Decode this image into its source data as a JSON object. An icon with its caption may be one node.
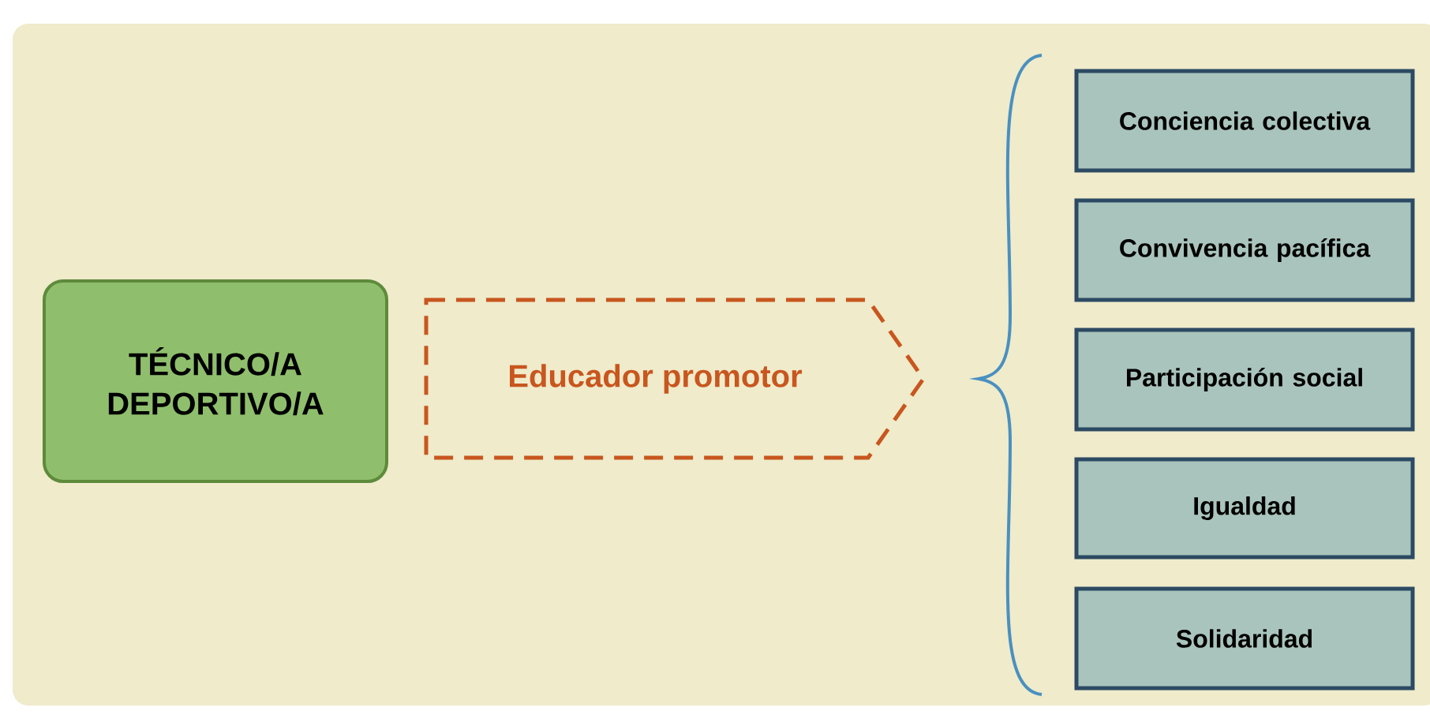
{
  "diagram": {
    "nodes": [
      {
        "text": [
          "TÉCNICO/A DEPORTIVO/A"
        ]
      },
      {
        "text": [
          "Educador promotor"
        ]
      },
      {
        "text": [
          "Conciencia colectiva"
        ]
      },
      {
        "text": [
          "Convivencia pacífica"
        ]
      },
      {
        "text": [
          "Participación social"
        ]
      },
      {
        "text": [
          "Igualdad"
        ]
      },
      {
        "text": [
          "Solidaridad"
        ]
      }
    ]
  }
}
